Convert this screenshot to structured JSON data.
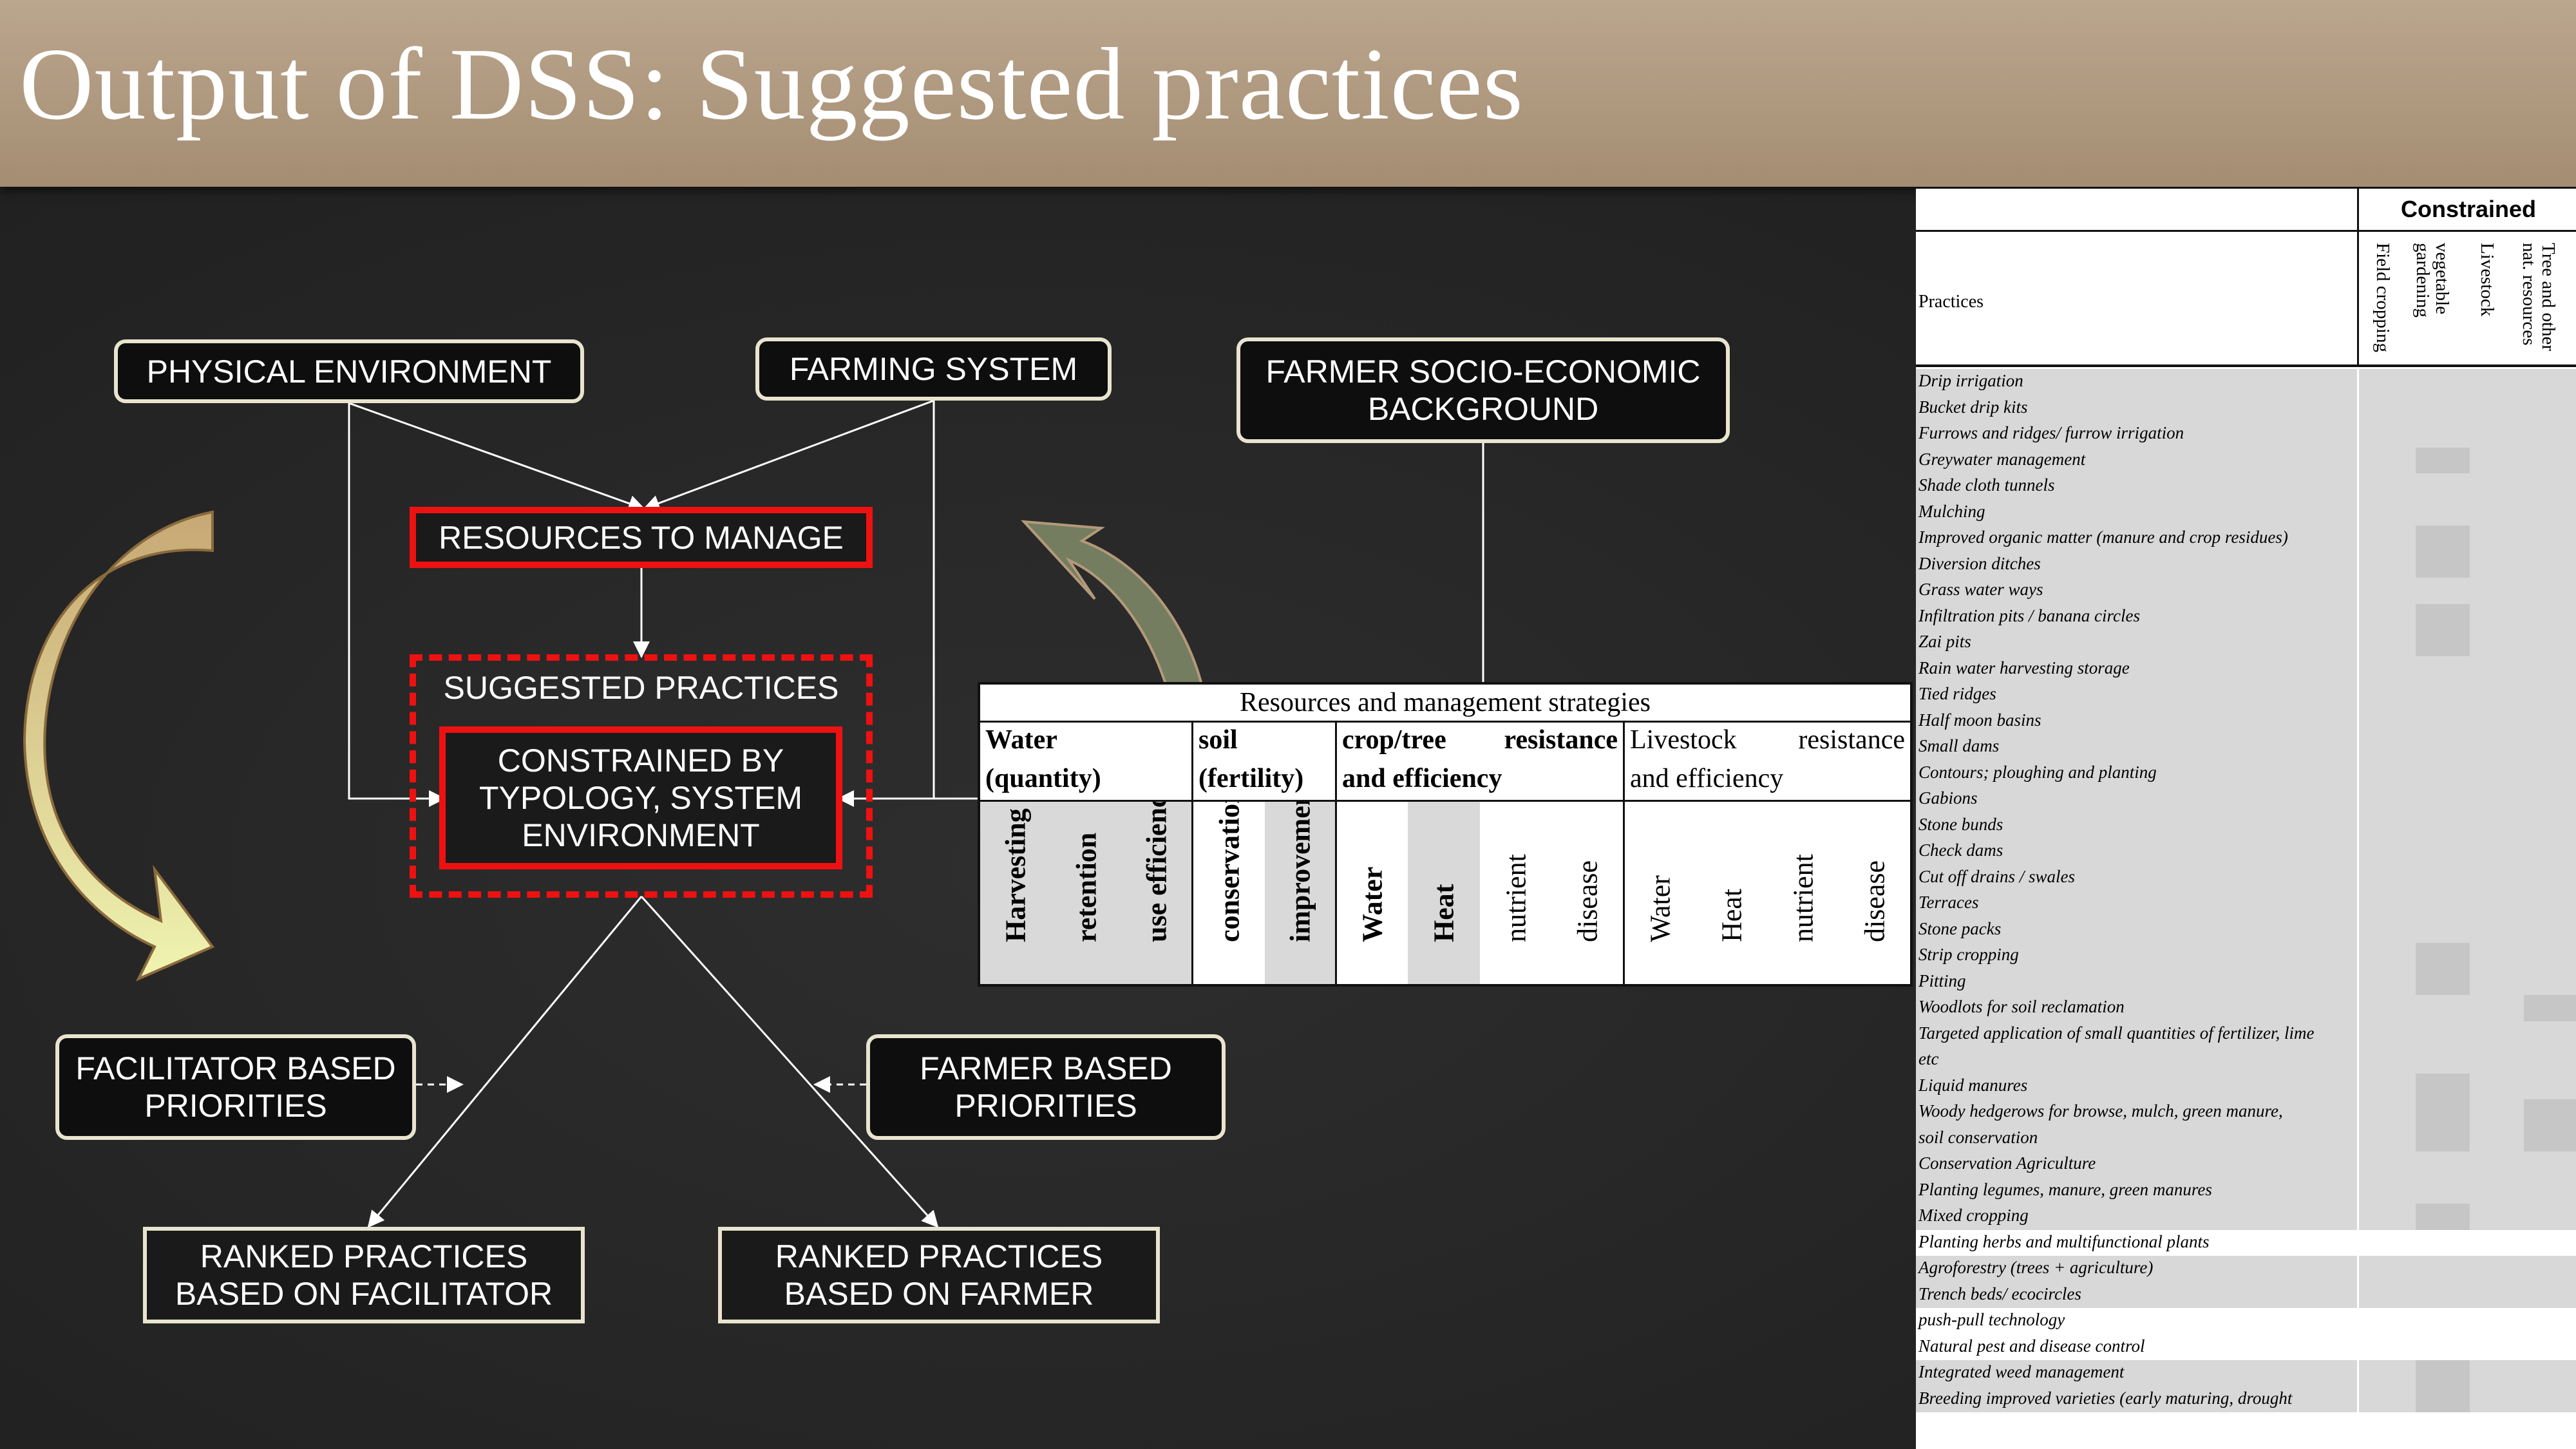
{
  "title": "Output of DSS: Suggested practices",
  "diagram": {
    "physical_environment": "PHYSICAL ENVIRONMENT",
    "farming_system": "FARMING SYSTEM",
    "farmer_background": "FARMER SOCIO-ECONOMIC BACKGROUND",
    "resources_to_manage": "RESOURCES TO MANAGE",
    "suggested_practices": "SUGGESTED PRACTICES",
    "constrained_by": "CONSTRAINED BY TYPOLOGY, SYSTEM ENVIRONMENT",
    "facilitator_priorities": "FACILITATOR BASED PRIORITIES",
    "farmer_priorities": "FARMER BASED PRIORITIES",
    "ranked_facilitator": "RANKED PRACTICES BASED ON FACILITATOR",
    "ranked_farmer": "RANKED PRACTICES BASED ON FARMER",
    "colors": {
      "box_border": "#e9e4cf",
      "red": "#ee1111",
      "arrow_green": "#e6e9a0"
    }
  },
  "strategies_table": {
    "title": "Resources and management strategies",
    "groups": [
      {
        "line1a": "Water",
        "line1b": "",
        "line2": "(quantity)"
      },
      {
        "line1a": "soil",
        "line1b": "",
        "line2": "(fertility)"
      },
      {
        "line1a": "crop/tree",
        "line1b": "resistance",
        "line2": "and efficiency"
      },
      {
        "line1a": "Livestock",
        "line1b": "resistance",
        "line2": "and efficiency"
      }
    ],
    "columns": [
      "Harvesting",
      "retention",
      "use efficiency",
      "conservation",
      "improvement",
      "Water",
      "Heat",
      "nutrient",
      "disease",
      "Water",
      "Heat",
      "nutrient",
      "disease"
    ]
  },
  "practices_table": {
    "constrained_header": "Constrained",
    "practices_header": "Practices",
    "columns": [
      "Field cropping",
      "vegetable\ngardening",
      "Livestock",
      "Tree and other\nnat. resources"
    ],
    "rows": [
      "Drip irrigation",
      "Bucket drip kits",
      "Furrows and ridges/ furrow irrigation",
      "Greywater management",
      "Shade cloth tunnels",
      "Mulching",
      "Improved organic matter (manure and crop residues)",
      "Diversion ditches",
      "Grass water ways",
      "Infiltration pits / banana circles",
      "Zai pits",
      "Rain water harvesting storage",
      "Tied ridges",
      "Half moon basins",
      "Small dams",
      "Contours; ploughing and planting",
      "Gabions",
      "Stone bunds",
      "Check dams",
      "Cut off drains / swales",
      "Terraces",
      "Stone packs",
      "Strip cropping",
      "Pitting",
      "Woodlots for soil reclamation",
      "Targeted application of small quantities of fertilizer, lime",
      "etc",
      "Liquid manures",
      "Woody hedgerows for browse, mulch, green manure,",
      "soil conservation",
      "Conservation Agriculture",
      "Planting legumes, manure, green manures",
      "Mixed cropping",
      "Planting herbs and multifunctional plants",
      "Agroforestry (trees + agriculture)",
      "Trench beds/ ecocircles",
      "push-pull technology",
      "Natural pest and disease control",
      "Integrated weed management",
      "Breeding improved varieties (early maturing, drought"
    ]
  }
}
